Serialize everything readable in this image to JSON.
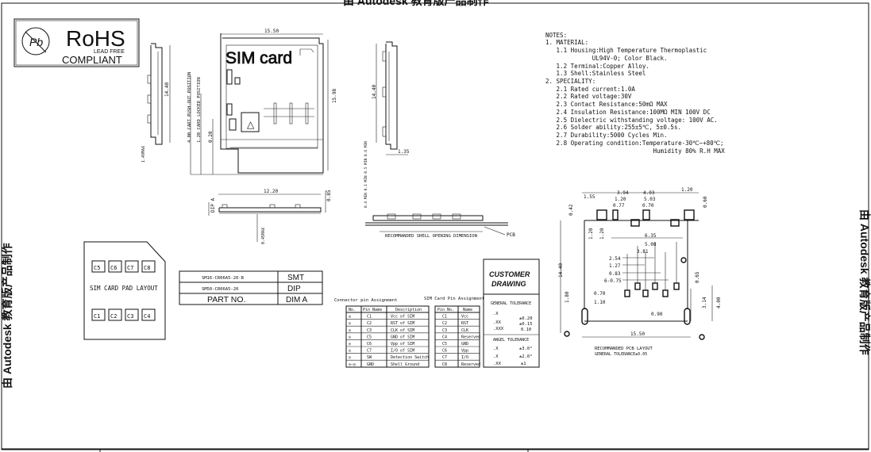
{
  "watermark": {
    "text_top": "由 Autodesk 教育版产品制作",
    "text_left": "由 Autodesk 教育版产品制作",
    "text_right": "由 Autodesk 教育版产品制作"
  },
  "rohs": {
    "title": "RoHS",
    "subtitle": "LEAD FREE",
    "compliant": "COMPLIANT",
    "logo_letter": "Pb"
  },
  "dims": {
    "top_width": "15.50",
    "top_height": "15.98",
    "top_depth": "14.40",
    "top_left_label": "14.40",
    "pos1": "4.00 CART PUSH-OUT POSITION",
    "pos2": "1.20 CARD LOCKED POSITION",
    "small": "0.20",
    "right_thk": "1.35",
    "bottom_small": "1.49MAX",
    "side_w": "12.20",
    "side_h": "0.85",
    "side_left": "DIP A",
    "side_bot": "0.45MAX",
    "shell_label": "RECOMMANDED SHELL OPENING DIMENSION",
    "pcb": "PCB",
    "sw_dims": "0.4 MIN 0.1 MIN 0.5 MIN 0.6 MIN"
  },
  "card_text": "SIM card",
  "notes": {
    "title": "NOTES:",
    "lines": [
      "1. MATERIAL:",
      "   1.1 Housing:High Temperature Thermoplastic",
      "             UL94V-0; Color Black.",
      "   1.2 Terminal:Copper Alloy.",
      "   1.3 Shell:Stainless Steel",
      "2. SPECIALITY:",
      "   2.1 Rated current:1.0A",
      "   2.2 Rated voltage:30V",
      "   2.3 Contact Resistance:50mΩ MAX",
      "   2.4 Insulation Resistance:100MΩ MIN 100V DC",
      "   2.5 Dielectric withstanding voltage: 100V AC.",
      "   2.6 Solder ability:255±5℃, 5±0.5s.",
      "   2.7 Durability:5000 Cycles Min.",
      "   2.8 Operating condition:Temperature-30℃~+80℃;",
      "                              Humidity 80% R.H MAX"
    ]
  },
  "pad_layout": {
    "top": [
      "C5",
      "C6",
      "C7",
      "C8"
    ],
    "bottom": [
      "C1",
      "C2",
      "C3",
      "C4"
    ],
    "label": "SIM CARD PAD LAYOUT"
  },
  "part_table": {
    "rows": [
      [
        "SM16-CR06A5-20-B",
        "SMT"
      ],
      [
        "SM50-CR06A5-20",
        "DIP"
      ],
      [
        "PART NO.",
        "DIM A"
      ]
    ]
  },
  "connector_table": {
    "title": "Connector pin Assignment",
    "headers": [
      "No.",
      "Pin Name",
      "Description"
    ],
    "rows": [
      [
        "◎",
        "C1",
        "Vcc of SIM"
      ],
      [
        "◎",
        "C2",
        "RST of SIM"
      ],
      [
        "◎",
        "C3",
        "CLK of SIM"
      ],
      [
        "◎",
        "C5",
        "GND of SIM"
      ],
      [
        "◎",
        "C6",
        "Vpp of SIM"
      ],
      [
        "◎",
        "C7",
        "I/O of SIM"
      ],
      [
        "◎",
        "SW",
        "Detection Switch"
      ],
      [
        "◎—◎",
        "GND",
        "Shell Ground"
      ]
    ]
  },
  "sim_pin_table": {
    "title": "SIM Card Pin Assignment",
    "headers": [
      "Pin No.",
      "Name"
    ],
    "rows": [
      [
        "C1",
        "Vcc"
      ],
      [
        "C2",
        "RST"
      ],
      [
        "C3",
        "CLK"
      ],
      [
        "C4",
        "Reserved"
      ],
      [
        "C5",
        "GND"
      ],
      [
        "C6",
        "Vpp"
      ],
      [
        "C7",
        "I/O"
      ],
      [
        "C8",
        "Reserved"
      ]
    ]
  },
  "customer": {
    "title1": "CUSTOMER",
    "title2": "DRAWING",
    "general": "GENERAL TOLERANCE",
    "general_rows": [
      [
        ".X",
        "±0.20"
      ],
      [
        ".XX",
        "±0.15"
      ],
      [
        ".XXX",
        "0.10"
      ]
    ],
    "angel": "ANGEL TOLERANCE",
    "angel_rows": [
      [
        ".X",
        "±3.0°"
      ],
      [
        ".X",
        "±2.0°"
      ],
      [
        ".XX",
        "±1"
      ]
    ]
  },
  "pcb_layout": {
    "label": "RECOMMANDED PCB LAYOUT",
    "tol": "GENERAL TOLERANCE±0.05",
    "top_dims": [
      "1.55",
      "3.94",
      "4.03",
      "1.20"
    ],
    "second_dims": [
      "1.20",
      "5.03"
    ],
    "third_dims": [
      "0.77",
      "0.70"
    ],
    "left_top": "0.42",
    "right_top": "0.60",
    "inner": [
      "6.35",
      "5.08",
      "3.81",
      "2.54",
      "1.27",
      "0.83",
      "6-0.75"
    ],
    "left_side": [
      "1.20",
      "1.20",
      "14.40",
      "1.80",
      "0.70",
      "1.10"
    ],
    "right_side": [
      "0.65",
      "3.14",
      "4.00"
    ],
    "bot_small": "0.90",
    "bot_w": "15.50"
  }
}
